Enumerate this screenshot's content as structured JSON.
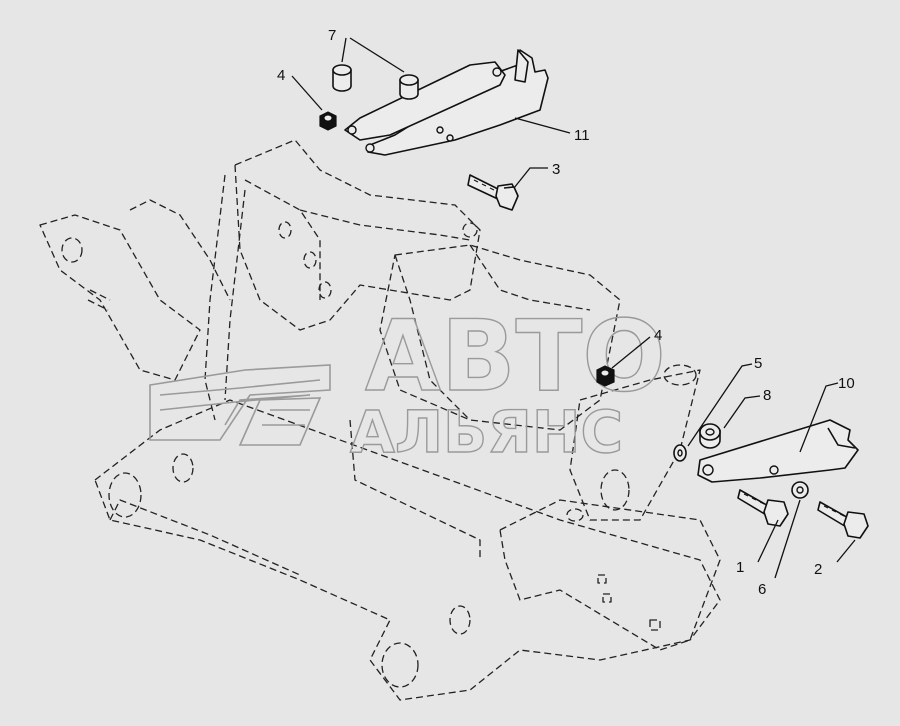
{
  "watermark": {
    "line1": "АВТО",
    "line2": "АЛЬЯНС",
    "color": "#9a9a9a"
  },
  "callouts": [
    {
      "id": "c7",
      "label": "7"
    },
    {
      "id": "c4a",
      "label": "4"
    },
    {
      "id": "c11",
      "label": "11"
    },
    {
      "id": "c3",
      "label": "3"
    },
    {
      "id": "c4b",
      "label": "4"
    },
    {
      "id": "c5",
      "label": "5"
    },
    {
      "id": "c8",
      "label": "8"
    },
    {
      "id": "c10",
      "label": "10"
    },
    {
      "id": "c1",
      "label": "1"
    },
    {
      "id": "c6",
      "label": "6"
    },
    {
      "id": "c2",
      "label": "2"
    }
  ],
  "colors": {
    "background": "#e6e6e6",
    "lines": "#111111"
  }
}
